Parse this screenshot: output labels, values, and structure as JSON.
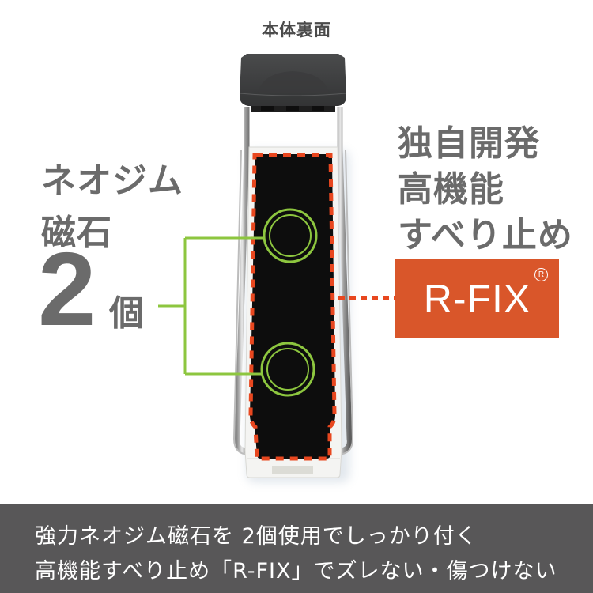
{
  "header": {
    "caption": "本体裏面"
  },
  "left_callout": {
    "line1": "ネオジム",
    "line2": "磁石",
    "count": "2",
    "unit": "個"
  },
  "right_callout": {
    "line1": "独自開発",
    "line2": "高機能",
    "line3": "すべり止め"
  },
  "badge": {
    "text": "R-FIX",
    "registered_mark": "R",
    "background_color": "#d9562a"
  },
  "bottom_bar": {
    "line1": "強力ネオジム磁石を 2個使用でしっかり付く",
    "line2": "高機能すべり止め「R-FIX」でズレない・傷つけない",
    "background_color": "#585758"
  },
  "colors": {
    "callout_line": "#8dc63f",
    "dashed_outline": "#e8471f",
    "pad": "#0d0d0d",
    "cap": "#3e3f40"
  }
}
